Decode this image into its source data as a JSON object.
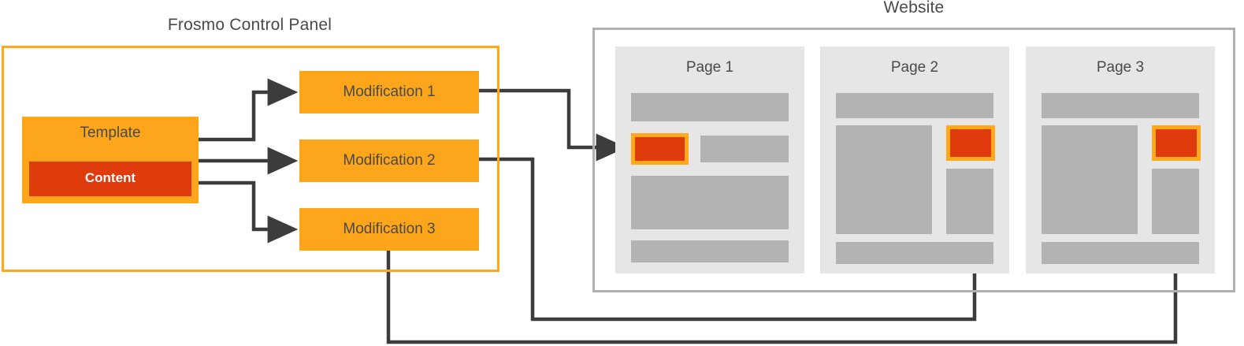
{
  "diagram": {
    "type": "flow-diagram",
    "title_left": "Frosmo Control Panel",
    "title_right": "Website"
  },
  "control_panel": {
    "title": "Frosmo Control Panel",
    "template": {
      "label": "Template",
      "content_label": "Content"
    },
    "modifications": [
      {
        "label": "Modification 1"
      },
      {
        "label": "Modification 2"
      },
      {
        "label": "Modification 3"
      }
    ]
  },
  "website": {
    "title": "Website",
    "pages": [
      {
        "label": "Page 1"
      },
      {
        "label": "Page 2"
      },
      {
        "label": "Page 3"
      }
    ]
  },
  "colors": {
    "orange": "#FDA51B",
    "orange_border": "#FFA81C",
    "red": "#DF3B0C",
    "arrow": "#3C3C3C",
    "page_bg": "#E6E6E6",
    "block_gray": "#B3B3B3",
    "frame_gray": "#B0B0B0",
    "text_gray": "#4A4A4A"
  },
  "connections": [
    {
      "from": "Template",
      "to": "Modification 1"
    },
    {
      "from": "Template",
      "to": "Modification 2"
    },
    {
      "from": "Template",
      "to": "Modification 3"
    },
    {
      "from": "Modification 1",
      "to": "Page 1"
    },
    {
      "from": "Modification 2",
      "to": "Page 2"
    },
    {
      "from": "Modification 3",
      "to": "Page 3"
    }
  ]
}
